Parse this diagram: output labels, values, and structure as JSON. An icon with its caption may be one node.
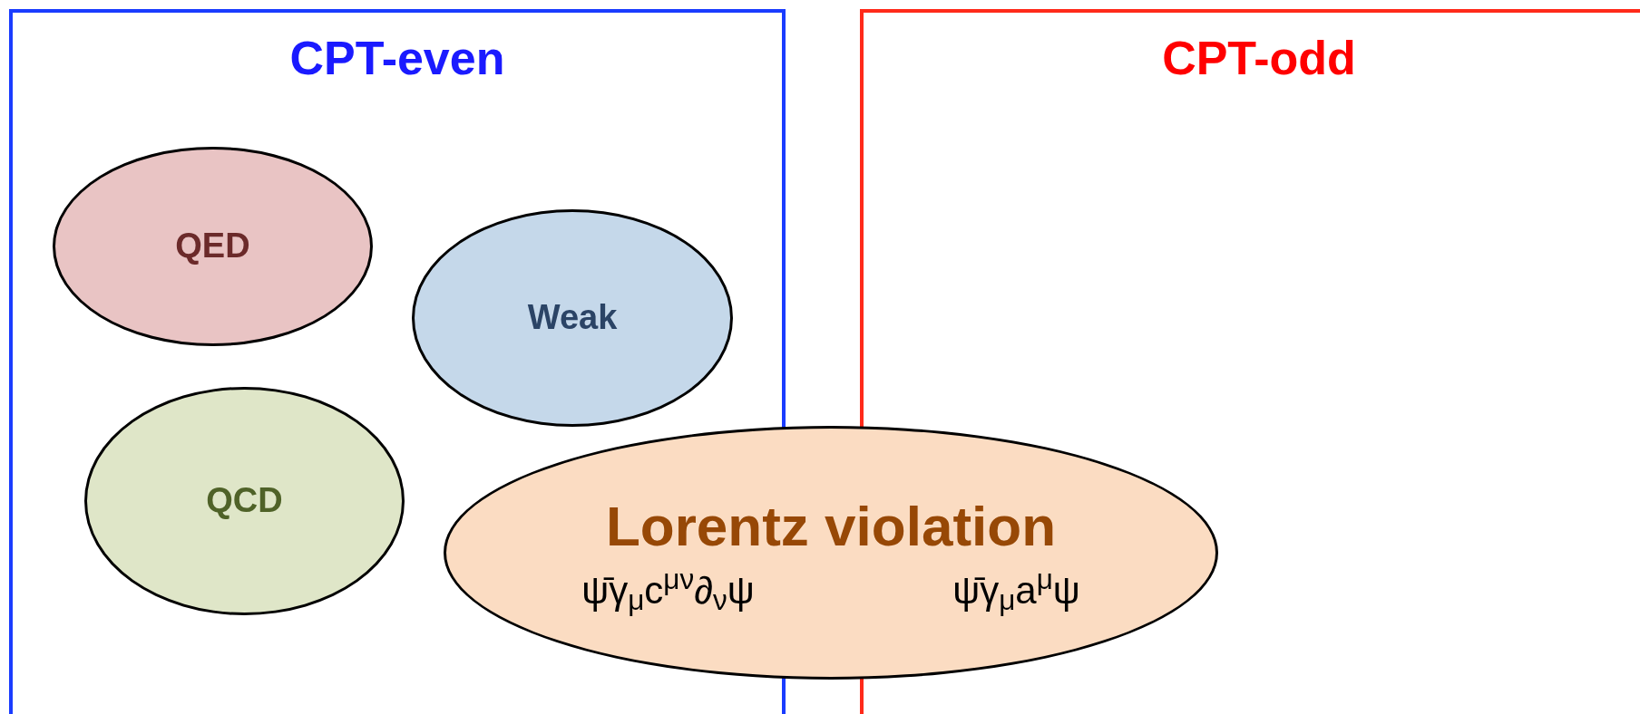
{
  "diagram": {
    "nodes": [
      {
        "text": [
          "CPT-even"
        ]
      },
      {
        "text": [
          "CPT-odd"
        ]
      },
      {
        "text": [
          "QED"
        ],
        "in": 0
      },
      {
        "text": [
          "Weak"
        ],
        "in": 0
      },
      {
        "text": [
          "QCD"
        ],
        "in": 0
      },
      {
        "text": [
          "Lorentz violation",
          "ψ̄γ$_{μ}$c$^{μν}$∂$_{ν}$ψ",
          "ψ̄γ$_{μ}$a$^{μ}$ψ"
        ]
      }
    ]
  }
}
